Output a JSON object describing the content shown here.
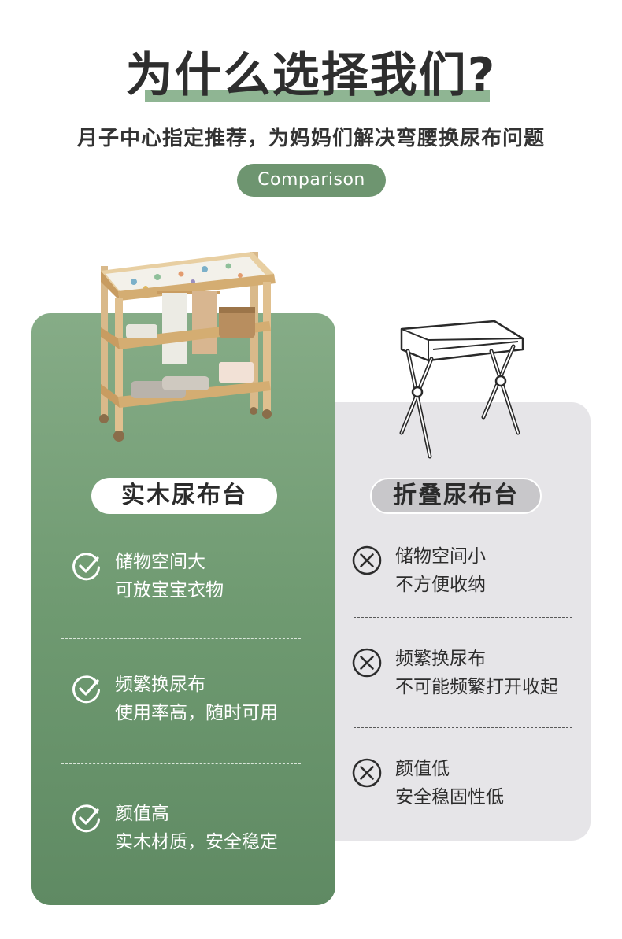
{
  "header": {
    "title": "为什么选择我们?",
    "subtitle": "月子中心指定推荐，为妈妈们解决弯腰换尿布问题",
    "pill": "Comparison"
  },
  "left": {
    "name": "实木尿布台",
    "features": [
      {
        "line1": "储物空间大",
        "line2": "可放宝宝衣物"
      },
      {
        "line1": "频繁换尿布",
        "line2": "使用率高，随时可用"
      },
      {
        "line1": "颜值高",
        "line2": "实木材质，安全稳定"
      }
    ]
  },
  "right": {
    "name": "折叠尿布台",
    "features": [
      {
        "line1": "储物空间小",
        "line2": "不方便收纳"
      },
      {
        "line1": "频繁换尿布",
        "line2": "不可能频繁打开收起"
      },
      {
        "line1": "颜值低",
        "line2": "安全稳固性低"
      }
    ]
  },
  "colors": {
    "accent_green": "#6e9570",
    "card_green": "#7aa27c",
    "card_gray": "#e6e5e8",
    "title_underline": "#8fb593"
  },
  "icons": {
    "pro": "check-circle-icon",
    "con": "x-circle-icon"
  }
}
